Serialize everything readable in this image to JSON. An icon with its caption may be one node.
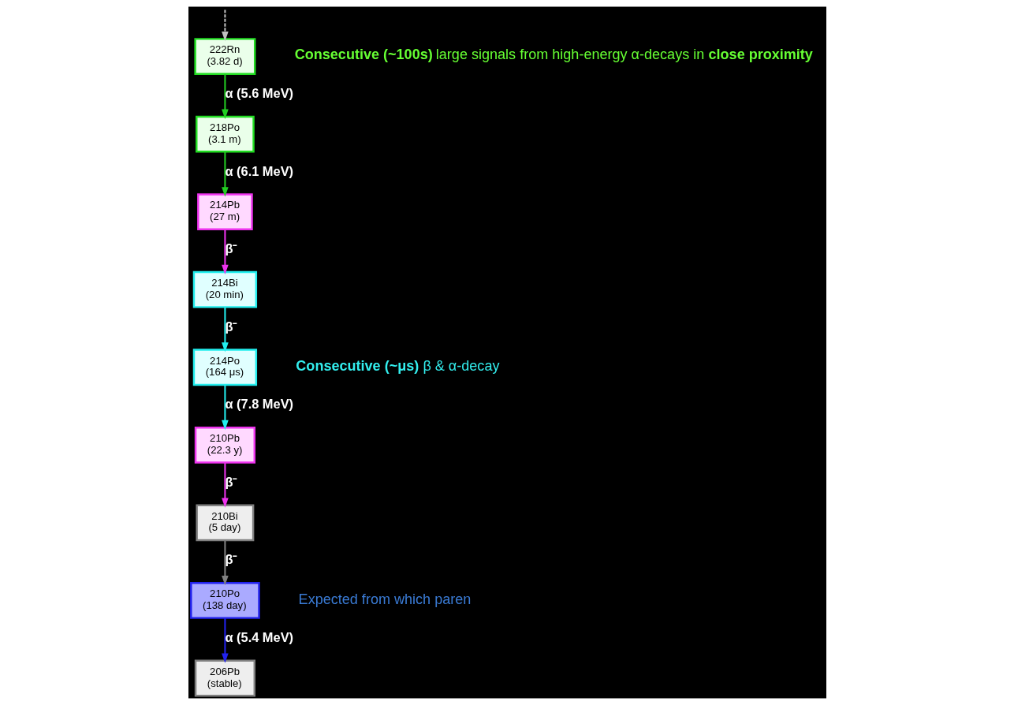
{
  "diagram": {
    "nodes": [
      {
        "text": [
          "222Rn",
          "(3.82 d)"
        ]
      },
      {
        "text": [
          "218Po",
          "(3.1 m)"
        ]
      },
      {
        "text": [
          "214Pb",
          "(27 m)"
        ]
      },
      {
        "text": [
          "214Bi",
          "(20 min)"
        ]
      },
      {
        "text": [
          "214Po",
          "(164 μs)"
        ]
      },
      {
        "text": [
          "210Pb",
          "(22.3 y)"
        ]
      },
      {
        "text": [
          "210Bi",
          "(5 day)"
        ]
      },
      {
        "text": [
          "210Po",
          "(138 day)"
        ]
      },
      {
        "text": [
          "206Pb",
          "(stable)"
        ]
      }
    ],
    "edges": [
      {
        "from": null,
        "to": 0,
        "arrow": "to",
        "style": "dashed",
        "color": "#c0c0c0"
      },
      {
        "from": 0,
        "to": 1,
        "arrow": "to",
        "label": "α (5.6 MeV)",
        "color": "#22cc22"
      },
      {
        "from": 1,
        "to": 2,
        "arrow": "to",
        "label": "α (6.1 MeV)",
        "color": "#22cc22"
      },
      {
        "from": 2,
        "to": 3,
        "arrow": "to",
        "label": "β⁻",
        "color": "#ee33ee"
      },
      {
        "from": 3,
        "to": 4,
        "arrow": "to",
        "label": "β⁻",
        "color": "#22eeee"
      },
      {
        "from": 4,
        "to": 5,
        "arrow": "to",
        "label": "α (7.8 MeV)",
        "color": "#22eeee"
      },
      {
        "from": 5,
        "to": 6,
        "arrow": "to",
        "label": "β⁻",
        "color": "#ee33ee"
      },
      {
        "from": 6,
        "to": 7,
        "arrow": "to",
        "label": "β⁻",
        "color": "#808080"
      },
      {
        "from": 7,
        "to": 8,
        "arrow": "to",
        "label": "α (5.4 MeV)",
        "color": "#2222ee"
      }
    ],
    "labels": [
      "**Consecutive (~100s)** large signals from high-energy α-decays in **close proximity**",
      "**Consecutive (~μs)** β & α-decay",
      "Expected from which paren"
    ]
  }
}
